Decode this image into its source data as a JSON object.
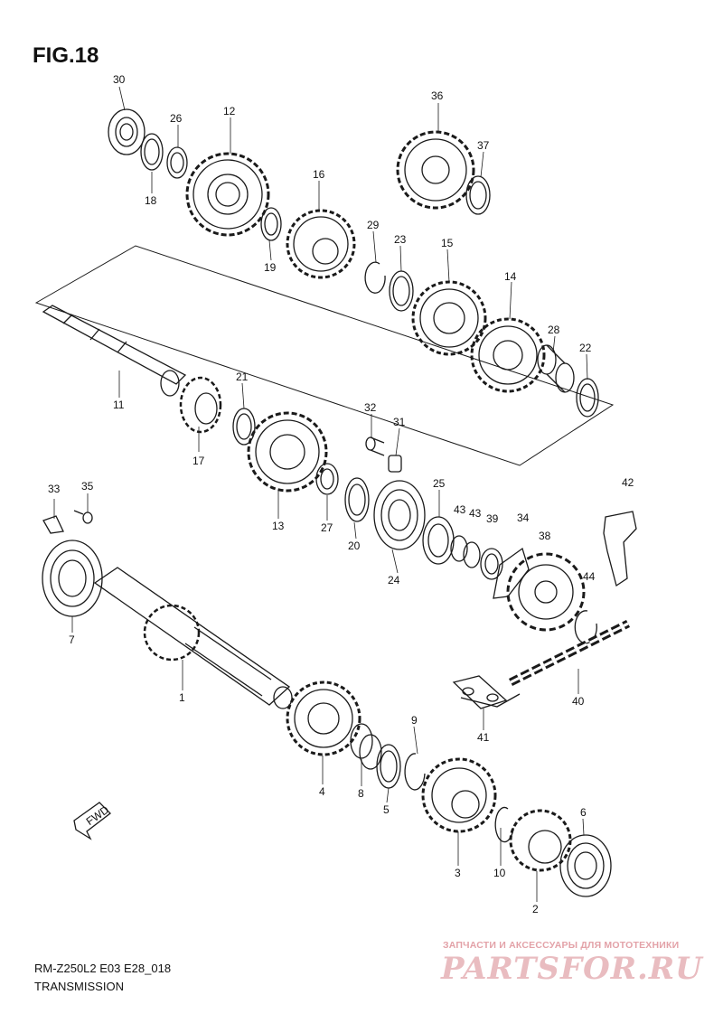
{
  "figure": {
    "title": "FIG.18",
    "model_code": "RM-Z250L2 E03 E28_018",
    "section_name": "TRANSMISSION"
  },
  "fwd_badge": "FWD",
  "watermark": {
    "line": "ЗАПЧАСТИ И АКСЕССУАРЫ ДЛЯ МОТОТЕХНИКИ",
    "brand": "PARTSFOR.RU",
    "color": "#e9bcc0"
  },
  "callouts": [
    "30",
    "26",
    "12",
    "18",
    "36",
    "37",
    "16",
    "29",
    "23",
    "19",
    "15",
    "14",
    "28",
    "22",
    "11",
    "21",
    "17",
    "32",
    "31",
    "13",
    "27",
    "20",
    "25",
    "43",
    "43",
    "39",
    "34",
    "42",
    "33",
    "35",
    "38",
    "44",
    "24",
    "7",
    "1",
    "9",
    "40",
    "41",
    "4",
    "8",
    "5",
    "6",
    "10",
    "3",
    "2"
  ]
}
